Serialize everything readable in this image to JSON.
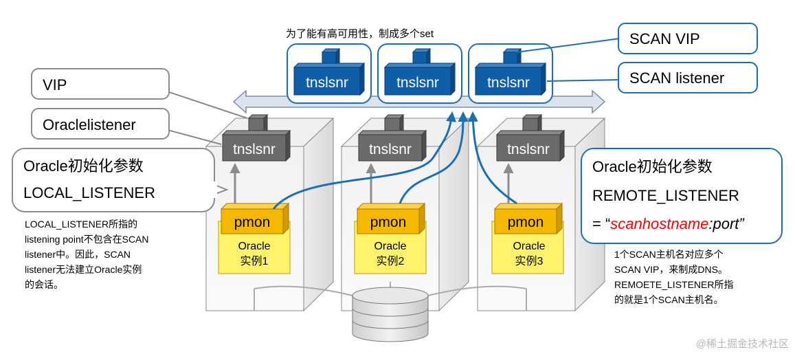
{
  "top_caption": "为了能有高可用性，制成多个set",
  "scan_listeners": [
    {
      "label": "tnslsnr"
    },
    {
      "label": "tnslsnr"
    },
    {
      "label": "tnslsnr"
    }
  ],
  "callouts": {
    "vip": "VIP",
    "oracle_listener": "Oraclelistener",
    "scan_vip": "SCAN VIP",
    "scan_listener": "SCAN listener"
  },
  "local_box": {
    "line1": "Oracle初始化参数",
    "line2": "LOCAL_LISTENER"
  },
  "remote_box": {
    "line1": "Oracle初始化参数",
    "line2": "REMOTE_LISTENER",
    "line3_prefix": "= “",
    "line3_host": "scanhostname",
    "line3_suffix": ":port”"
  },
  "nodes": [
    {
      "listener": "tnslsnr",
      "pmon": "pmon",
      "instance_line1": "Oracle",
      "instance_line2": "实例1"
    },
    {
      "listener": "tnslsnr",
      "pmon": "pmon",
      "instance_line1": "Oracle",
      "instance_line2": "实例2"
    },
    {
      "listener": "tnslsnr",
      "pmon": "pmon",
      "instance_line1": "Oracle",
      "instance_line2": "实例3"
    }
  ],
  "left_note": [
    "LOCAL_LISTENER所指的",
    "listening point不包含在SCAN",
    "listener中。因此，SCAN",
    "listener无法建立Oracle实例",
    "的会话。"
  ],
  "right_note": [
    "1个SCAN主机名对应多个",
    "SCAN VIP，来制成DNS。",
    "REMOETE_LISTENER所指",
    "的就是1个SCAN主机名。"
  ],
  "watermark": "@稀土掘金技术社区",
  "colors": {
    "scan_blue": "#0f5ea8",
    "scan_border": "#1a6fb5",
    "arrow_fill": "#dde3ec",
    "pmon": "#f5b800",
    "instance": "#fff36b",
    "listener_gray": "#6b6b6b",
    "host_red": "#ff0000"
  }
}
